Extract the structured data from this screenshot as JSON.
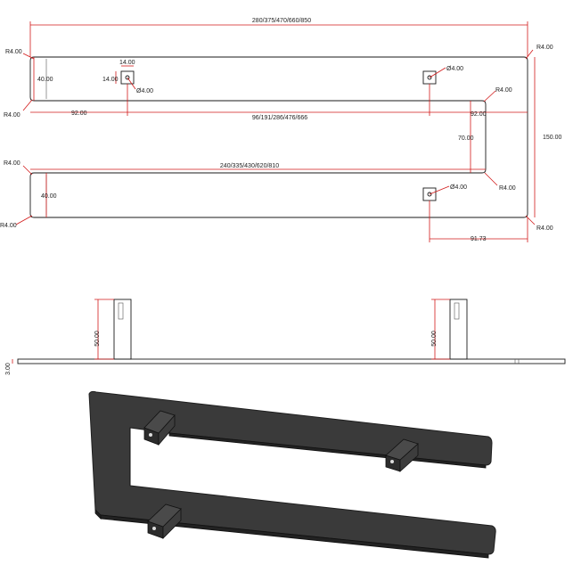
{
  "top_view": {
    "overall_length": "280/375/470/660/850",
    "radius_top_left": "R4.00",
    "radius_top_right": "R4.00",
    "radius_mid_left": "R4.00",
    "radius_inner_top": "R4.00",
    "radius_inner_bottom": "R4.00",
    "radius_lower_left": "R4.00",
    "radius_bottom_left": "R4.00",
    "radius_bottom_right": "R4.00",
    "upper_width": "40.00",
    "lower_width": "40.00",
    "square_w": "14.00",
    "square_h": "14.00",
    "hole_left": "Ø4.00",
    "hole_right_top": "Ø4.00",
    "hole_right_bottom": "Ø4.00",
    "offset_left": "92.00",
    "hole_spacing": "96/191/286/476/666",
    "offset_right": "92.00",
    "gap_height": "70.00",
    "overall_height": "150.00",
    "lower_length": "240/335/430/620/810",
    "hole_to_end": "91.73"
  },
  "side_view": {
    "post_height_left": "50.00",
    "post_height_right": "50.00",
    "plate_thickness": "3.00"
  },
  "colors": {
    "dimension": "#d21a1a",
    "outline": "#1a1a1a",
    "plate_3d": "#3a3a3a"
  }
}
